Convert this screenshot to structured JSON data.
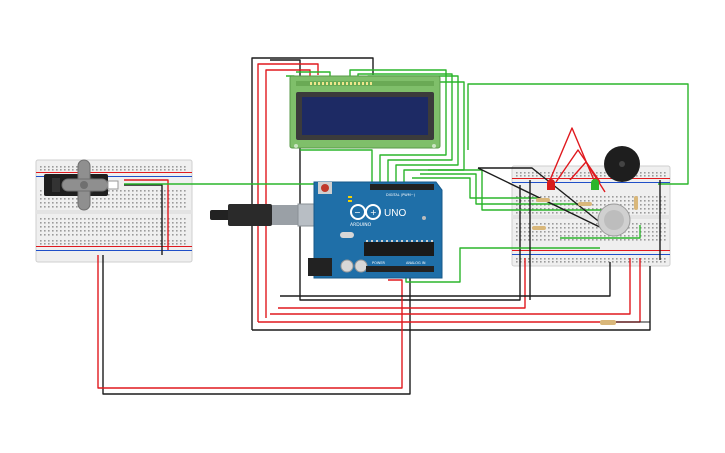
{
  "board": {
    "logo_text": "UNO",
    "brand_text": "ARDUINO",
    "digital_label": "DIGITAL (PWM~)",
    "power_label": "POWER",
    "analog_label": "ANALOG IN"
  },
  "colors": {
    "wire_green": "#2bb52b",
    "wire_red": "#e0191e",
    "wire_black": "#1c1c1c",
    "arduino_blue": "#1f6fa8",
    "lcd_screen": "#1d2a64",
    "lcd_pcb": "#7fbf6a",
    "breadboard": "#eeeeee",
    "led_red": "#d81b1b",
    "led_green": "#2bb52b",
    "resistor": "#d9b77a"
  }
}
